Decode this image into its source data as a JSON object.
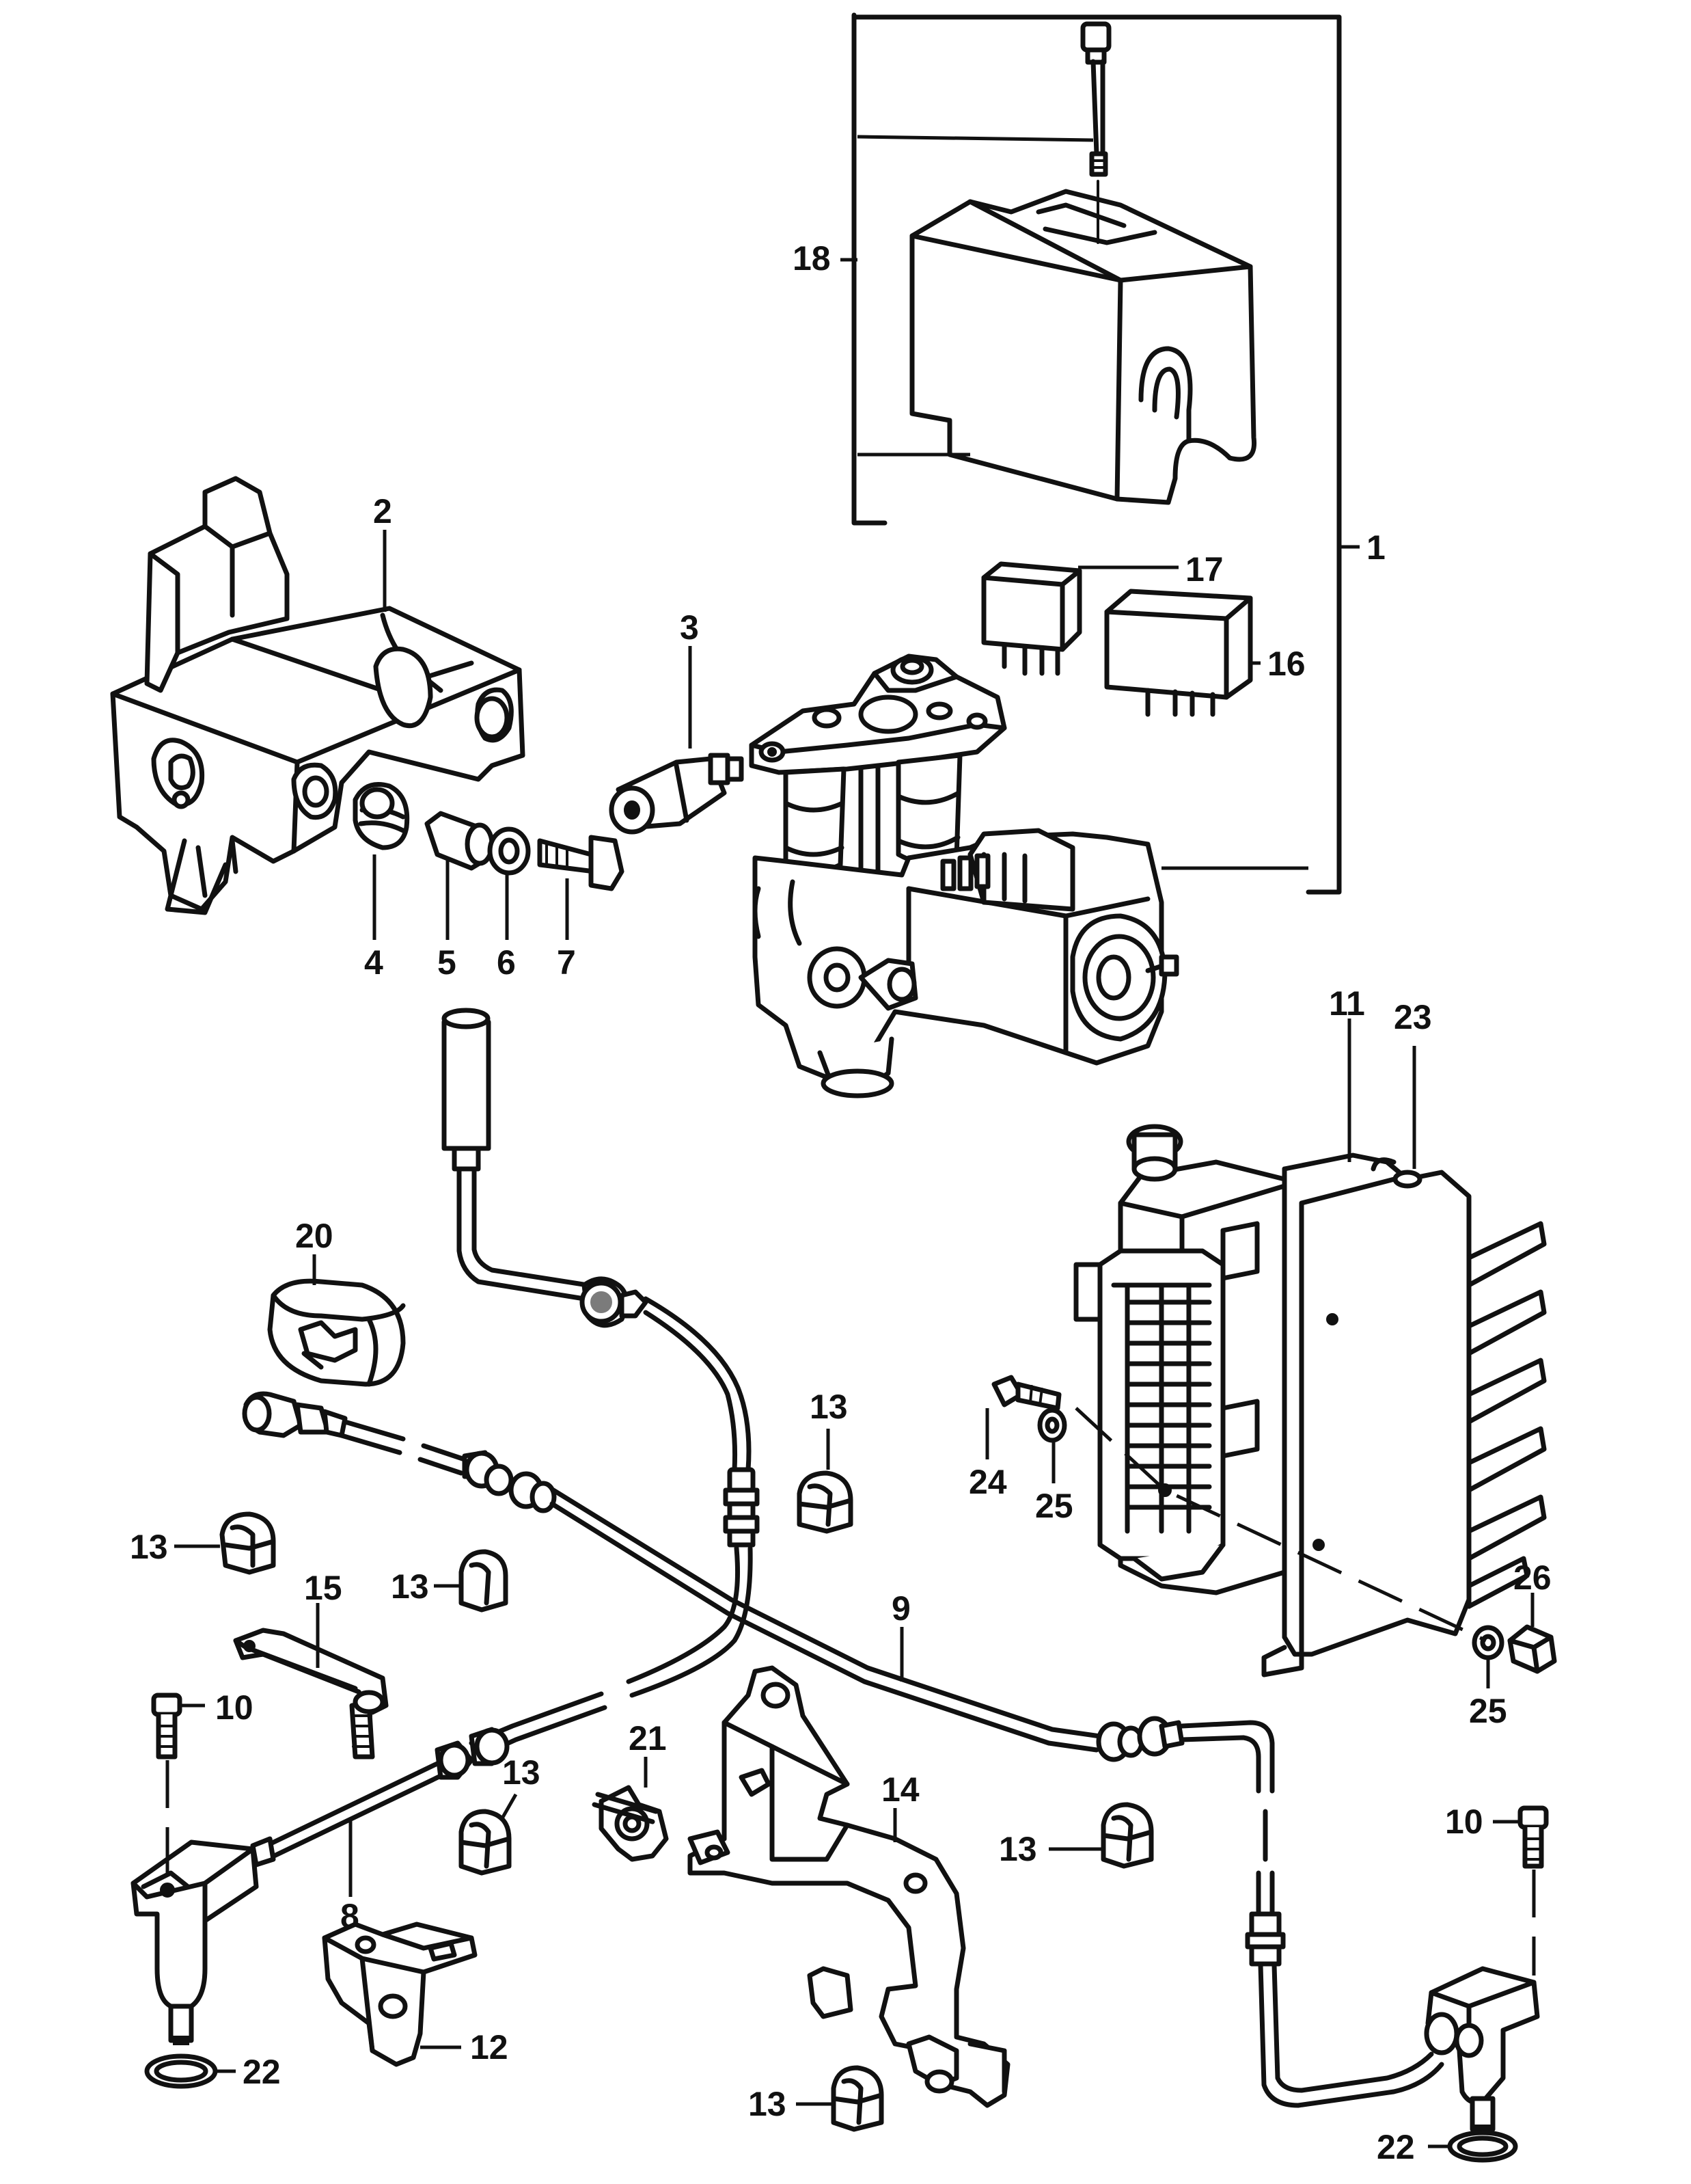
{
  "callouts": {
    "c1": "1",
    "c2": "2",
    "c3": "3",
    "c4": "4",
    "c5": "5",
    "c6": "6",
    "c7": "7",
    "c8": "8",
    "c9": "9",
    "c10a": "10",
    "c10b": "10",
    "c11": "11",
    "c12": "12",
    "c13a": "13",
    "c13b": "13",
    "c13c": "13",
    "c13d": "13",
    "c13e": "13",
    "c13f": "13",
    "c14": "14",
    "c15": "15",
    "c16": "16",
    "c17": "17",
    "c18": "18",
    "c20": "20",
    "c21": "21",
    "c22a": "22",
    "c22b": "22",
    "c23": "23",
    "c24": "24",
    "c25a": "25",
    "c25b": "25",
    "c26": "26"
  }
}
